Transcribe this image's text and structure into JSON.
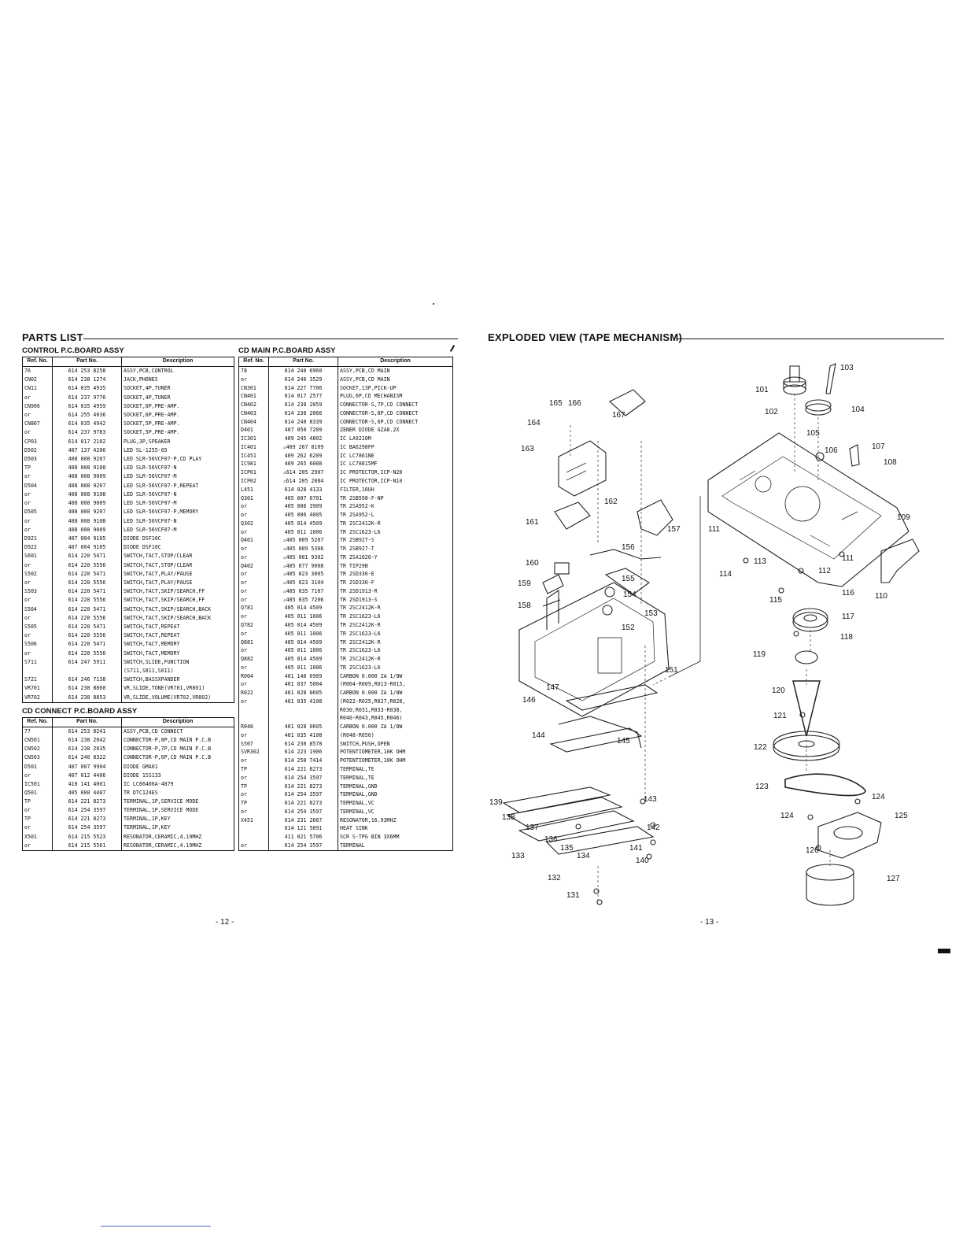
{
  "left_page": {
    "title": "PARTS LIST",
    "page_number": "- 12 -",
    "tables": {
      "control": {
        "title": "CONTROL P.C.BOARD ASSY",
        "headers": [
          "Ref. No.",
          "Part No.",
          "Description"
        ],
        "rows": [
          [
            "76",
            "614 253 8258",
            "ASSY,PCB,CONTROL"
          ],
          [
            "CN02",
            "614 238 1274",
            "JACK,PHONES"
          ],
          [
            "CN11",
            "614 035 4935",
            "SOCKET,4P,TUNER"
          ],
          [
            "or",
            "614 237 9776",
            "SOCKET,4P,TUNER"
          ],
          [
            "CN906",
            "614 035 4959",
            "SOCKET,6P,PRE-AMP."
          ],
          [
            "or",
            "614 255 4036",
            "SOCKET,6P,PRE-AMP."
          ],
          [
            "CN807",
            "614 035 4942",
            "SOCKET,5P,PRE-AMP."
          ],
          [
            "or",
            "614 237 9783",
            "SOCKET,5P,PRE-AMP."
          ],
          [
            "CP03",
            "614 017 2102",
            "PLUG,3P,SPEAKER"
          ],
          [
            "D502",
            "407 137 4206",
            "LED SL-1255-05"
          ],
          [
            "D503",
            "408 008 9207",
            "LED SLR-56VCF07-P,CD PLAY"
          ],
          [
            "TP",
            "408 008 9108",
            "LED SLR-56VCF07-N"
          ],
          [
            "or",
            "408 008 9009",
            "LED SLR-56VCF07-M"
          ],
          [
            "D504",
            "408 008 9207",
            "LED SLR-56VCF07-P,REPEAT"
          ],
          [
            "or",
            "408 008 9108",
            "LED SLR-56VCF07-N"
          ],
          [
            "or",
            "408 008 9009",
            "LED SLR-56VCF07-M"
          ],
          [
            "D505",
            "408 008 9207",
            "LED SLR-56VCF07-P,MEMORY"
          ],
          [
            "or",
            "408 008 9108",
            "LED SLR-56VCF07-N"
          ],
          [
            "or",
            "408 008 9009",
            "LED SLR-56VCF07-M"
          ],
          [
            "D921",
            "407 004 9105",
            "DIODE DSF10C"
          ],
          [
            "D922",
            "407 004 9105",
            "DIODE DSF10C"
          ],
          [
            "S601",
            "614 220 5471",
            "SWITCH,TACT,STOP/CLEAR"
          ],
          [
            "or",
            "614 220 5556",
            "SWITCH,TACT,STOP/CLEAR"
          ],
          [
            "S502",
            "614 220 5471",
            "SWITCH,TACT,PLAY/PAUSE"
          ],
          [
            "or",
            "614 220 5556",
            "SWITCH,TACT,PLAY/PAUSE"
          ],
          [
            "S503",
            "614 220 5471",
            "SWITCH,TACT,SKIP/SEARCH,FF"
          ],
          [
            "or",
            "614 220 5556",
            "SWITCH,TACT,SKIP/SEARCH,FF"
          ],
          [
            "S504",
            "614 220 5471",
            "SWITCH,TACT,SKIP/SEARCH,BACK"
          ],
          [
            "or",
            "614 220 5556",
            "SWITCH,TACT,SKIP/SEARCH,BACK"
          ],
          [
            "S505",
            "614 220 5471",
            "SWITCH,TACT,REPEAT"
          ],
          [
            "or",
            "614 220 5556",
            "SWITCH,TACT,REPEAT"
          ],
          [
            "S506",
            "614 220 5471",
            "SWITCH,TACT,MEMORY"
          ],
          [
            "or",
            "614 220 5556",
            "SWITCH,TACT,MEMORY"
          ],
          [
            "S711",
            "614 247 5911",
            "SWITCH,SLIDE,FUNCTION"
          ],
          [
            "",
            "",
            "(S711,S811,S011)"
          ],
          [
            "S721",
            "614 246 7138",
            "SWITCH,BASSXPANDER"
          ],
          [
            "VR701",
            "614 238 8860",
            "VR,SLIDE,TONE(VR701,VR801)"
          ],
          [
            "VR702",
            "614 238 8853",
            "VR,SLIDE,VOLUME(VR702,VR802)"
          ]
        ]
      },
      "connect": {
        "title": "CD CONNECT P.C.BOARD ASSY",
        "headers": [
          "Ref. No.",
          "Part No.",
          "Description"
        ],
        "rows": [
          [
            "77",
            "614 253 8241",
            "ASSY,PCB,CD CONNECT"
          ],
          [
            "CN501",
            "614 238 2042",
            "CONNECTOR-P,8P,CD MAIN P.C.B"
          ],
          [
            "CN502",
            "614 238 2035",
            "CONNECTOR-P,7P,CD MAIN P.C.B"
          ],
          [
            "CN503",
            "614 240 8322",
            "CONNECTOR-P,6P,CD MAIN P.C.B"
          ],
          [
            "D501",
            "407 007 9904",
            "DIODE GMA01"
          ],
          [
            "or",
            "407 012 4406",
            "DIODE 1SS133"
          ],
          [
            "IC501",
            "410 141 4001",
            "IC LC66406A-4879"
          ],
          [
            "Q501",
            "405 000 4407",
            "TR DTC124ES"
          ],
          [
            "TP",
            "614 221 8273",
            "TERMINAL,1P,SERVICE MODE"
          ],
          [
            "or",
            "614 254 3597",
            "TERMINAL,1P,SERVICE MODE"
          ],
          [
            "TP",
            "614 221 8273",
            "TERMINAL,1P,KEY"
          ],
          [
            "or",
            "614 254 3597",
            "TERMINAL,1P,KEY"
          ],
          [
            "X501",
            "614 215 5523",
            "RESONATOR,CERAMIC,4.19MHZ"
          ],
          [
            "or",
            "614 215 5561",
            "RESONATOR,CERAMIC,4.19MHZ"
          ]
        ]
      },
      "cdmain": {
        "title": "CD MAIN P.C.BOARD ASSY",
        "headers": [
          "Ref. No.",
          "Part No.",
          "Description"
        ],
        "rows": [
          [
            "78",
            "614 240 6960",
            "ASSY,PCB,CD MAIN"
          ],
          [
            "or",
            "614 246 3529",
            "ASSY,PCB,CD MAIN"
          ],
          [
            "CN301",
            "614 227 7706",
            "SOCKET,13P,PICK-UP"
          ],
          [
            "CN401",
            "614 017 2577",
            "PLUG,6P,CD MECHANISM"
          ],
          [
            "CN402",
            "614 238 2059",
            "CONNECTOR-S,7P,CD CONNECT"
          ],
          [
            "CN403",
            "614 238 2066",
            "CONNECTOR-S,8P,CD CONNECT"
          ],
          [
            "CN404",
            "614 240 8339",
            "CONNECTOR-S,6P,CD CONNECT"
          ],
          [
            "D401",
            "407 050 7209",
            "ZENER DIODE GZA8.2X"
          ],
          [
            "IC301",
            "409 245 4802",
            "IC LA9210M"
          ],
          [
            "IC401",
            "⚠409 267 8109",
            "IC BA6298FP"
          ],
          [
            "IC451",
            "409 262 6209",
            "IC LC7861NE"
          ],
          [
            "IC981",
            "409 265 6008",
            "IC LC78815MF"
          ],
          [
            "ICP01",
            "⚠614 205 2907",
            "IC PROTECTOR,ICP-N20"
          ],
          [
            "ICP02",
            "⚠614 205 2884",
            "IC PROTECTOR,ICP-N10"
          ],
          [
            "L451",
            "614 028 4133",
            "FILTER,10UH"
          ],
          [
            "Q301",
            "405 007 6701",
            "TR 2SB598-F-NP"
          ],
          [
            "or",
            "405 006 3909",
            "TR 2SA952-K"
          ],
          [
            "or",
            "405 006 4005",
            "TR 2SA952-L"
          ],
          [
            "Q302",
            "405 014 4509",
            "TR 2SC2412K-R"
          ],
          [
            "or",
            "405 011 1006",
            "TR 2SC1623-L6"
          ],
          [
            "Q401",
            "⚠405 009 5207",
            "TR 2SB927-S"
          ],
          [
            "or",
            "⚠405 009 5306",
            "TR 2SB927-T"
          ],
          [
            "or",
            "⚠405 001 9302",
            "TR 2SA1020-Y"
          ],
          [
            "Q402",
            "⚠405 077 9008",
            "TR TIP29B"
          ],
          [
            "or",
            "⚠405 023 3005",
            "TR 2SD330-E"
          ],
          [
            "or",
            "⚠405 023 3104",
            "TR 2SD330-F"
          ],
          [
            "or",
            "⚠405 035 7107",
            "TR 2SD1913-R"
          ],
          [
            "or",
            "⚠405 035 7206",
            "TR 2SD1913-S"
          ],
          [
            "Q781",
            "405 014 4509",
            "TR 2SC2412K-R"
          ],
          [
            "or",
            "405 011 1006",
            "TR 2SC1623-L6"
          ],
          [
            "Q782",
            "405 014 4509",
            "TR 2SC2412K-R"
          ],
          [
            "or",
            "405 011 1006",
            "TR 2SC1623-L6"
          ],
          [
            "Q881",
            "405 014 4509",
            "TR 2SC2412K-R"
          ],
          [
            "or",
            "405 011 1006",
            "TR 2SC1623-L6"
          ],
          [
            "Q882",
            "405 014 4509",
            "TR 2SC2412K-R"
          ],
          [
            "or",
            "405 011 1006",
            "TR 2SC1623-L6"
          ],
          [
            "R004",
            "401 146 6909",
            "CARBON       0.000 ZA  1/8W"
          ],
          [
            "or",
            "401 037 5004",
            "(R004-R009,R013-R015,"
          ],
          [
            "R022",
            "401 028 0605",
            "CARBON       0.000 ZA  1/8W"
          ],
          [
            "or",
            "401 035 4108",
            "(R022-R025,R027,R028,"
          ],
          [
            "",
            "",
            "R030,R031,R033-R038,"
          ],
          [
            "",
            "",
            "R040-R043,R045,R046)"
          ],
          [
            "R048",
            "401 028 0605",
            "CARBON       0.000 ZA  1/8W"
          ],
          [
            "or",
            "401 035 4108",
            "(R048-R050)"
          ],
          [
            "S507",
            "614 230 8578",
            "SWITCH,PUSH,OPEN"
          ],
          [
            "SVR302",
            "614 223 1906",
            "POTENTIOMETER,10K OHM"
          ],
          [
            "or",
            "614 250 7414",
            "POTENTIOMETER,10K OHM"
          ],
          [
            "TP",
            "614 221 8273",
            "TERMINAL,TE"
          ],
          [
            "or",
            "614 254 3597",
            "TERMINAL,TE"
          ],
          [
            "TP",
            "614 221 8273",
            "TERMINAL,GND"
          ],
          [
            "or",
            "614 254 3597",
            "TERMINAL,GND"
          ],
          [
            "TP",
            "614 221 8273",
            "TERMINAL,VC"
          ],
          [
            "or",
            "614 254 3597",
            "TERMINAL,VC"
          ],
          [
            "X451",
            "614 231 2667",
            "RESONATOR,16.93MHZ"
          ],
          [
            "",
            "614 121 5891",
            "HEAT SINK"
          ],
          [
            "",
            "411 021 5706",
            "SCR S-TPG BIN 3X6MM"
          ],
          [
            "or",
            "614 254 3597",
            "TERMINAL"
          ]
        ]
      }
    }
  },
  "right_page": {
    "title": "EXPLODED VIEW (TAPE MECHANISM)",
    "page_number": "- 13 -",
    "callouts": [
      "103",
      "101",
      "104",
      "102",
      "165",
      "166",
      "167",
      "164",
      "105",
      "106",
      "107",
      "108",
      "163",
      "162",
      "109",
      "161",
      "157",
      "111",
      "156",
      "113",
      "111",
      "112",
      "160",
      "155",
      "114",
      "159",
      "154",
      "116",
      "115",
      "110",
      "158",
      "153",
      "117",
      "152",
      "118",
      "119",
      "151",
      "147",
      "120",
      "146",
      "121",
      "145",
      "144",
      "122",
      "123",
      "124",
      "139",
      "143",
      "125",
      "124",
      "138",
      "142",
      "137",
      "126",
      "136",
      "141",
      "135",
      "133",
      "134",
      "140",
      "127",
      "132",
      "131"
    ]
  }
}
